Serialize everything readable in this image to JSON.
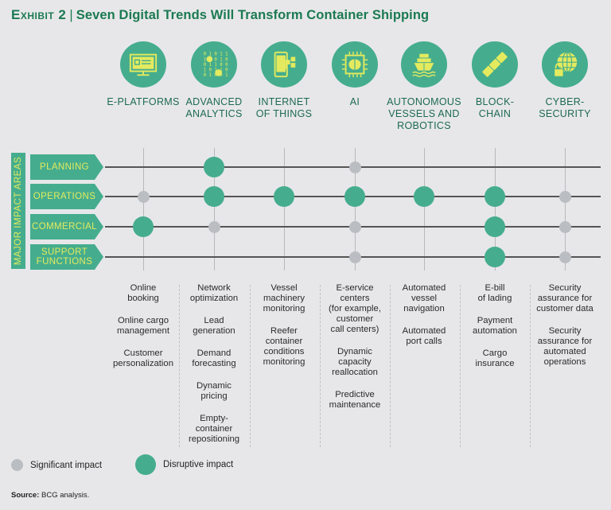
{
  "title": {
    "exhibit": "Exhibit 2",
    "separator": "|",
    "text": "Seven Digital Trends Will Transform Container Shipping"
  },
  "colors": {
    "brand_green": "#1b7a52",
    "disruptive": "#45ad8d",
    "significant": "#babdc2",
    "icon_yellow": "#e4ea5e"
  },
  "axis_label": "MAJOR IMPACT AREAS",
  "impact_areas": [
    "PLANNING",
    "OPERATIONS",
    "COMMERCIAL",
    "SUPPORT\nFUNCTIONS"
  ],
  "trends": [
    {
      "label": "E-PLATFORMS",
      "icon": "monitor-checklist-icon",
      "impacts": {
        "PLANNING": null,
        "OPERATIONS": "significant",
        "COMMERCIAL": "disruptive",
        "SUPPORT FUNCTIONS": null
      },
      "examples": [
        "Online\nbooking",
        "Online cargo\nmanagement",
        "Customer\npersonalization"
      ]
    },
    {
      "label": "ADVANCED\nANALYTICS",
      "icon": "binary-gears-icon",
      "impacts": {
        "PLANNING": "disruptive",
        "OPERATIONS": "disruptive",
        "COMMERCIAL": "significant",
        "SUPPORT FUNCTIONS": null
      },
      "examples": [
        "Network\noptimization",
        "Lead\ngeneration",
        "Demand\nforecasting",
        "Dynamic\npricing",
        "Empty-\ncontainer\nrepositioning"
      ]
    },
    {
      "label": "INTERNET\nOF THINGS",
      "icon": "phone-connected-icon",
      "impacts": {
        "PLANNING": null,
        "OPERATIONS": "disruptive",
        "COMMERCIAL": null,
        "SUPPORT FUNCTIONS": null
      },
      "examples": [
        "Vessel\nmachinery\nmonitoring",
        "Reefer\ncontainer\nconditions\nmonitoring"
      ]
    },
    {
      "label": "AI",
      "icon": "brain-chip-icon",
      "impacts": {
        "PLANNING": "significant",
        "OPERATIONS": "disruptive",
        "COMMERCIAL": "significant",
        "SUPPORT FUNCTIONS": "significant"
      },
      "examples": [
        "E-service\ncenters\n(for example,\ncustomer\ncall centers)",
        "Dynamic\ncapacity\nreallocation",
        "Predictive\nmaintenance"
      ]
    },
    {
      "label": "AUTONOMOUS\nVESSELS AND\nROBOTICS",
      "icon": "ship-icon",
      "impacts": {
        "PLANNING": null,
        "OPERATIONS": "disruptive",
        "COMMERCIAL": null,
        "SUPPORT FUNCTIONS": null
      },
      "examples": [
        "Automated\nvessel\nnavigation",
        "Automated\nport calls"
      ]
    },
    {
      "label": "BLOCK-\nCHAIN",
      "icon": "chain-link-icon",
      "impacts": {
        "PLANNING": null,
        "OPERATIONS": "disruptive",
        "COMMERCIAL": "disruptive",
        "SUPPORT FUNCTIONS": "disruptive"
      },
      "examples": [
        "E-bill\nof lading",
        "Payment\nautomation",
        "Cargo\ninsurance"
      ]
    },
    {
      "label": "CYBER-\nSECURITY",
      "icon": "globe-lock-icon",
      "impacts": {
        "PLANNING": null,
        "OPERATIONS": "significant",
        "COMMERCIAL": "significant",
        "SUPPORT FUNCTIONS": "significant"
      },
      "examples": [
        "Security\nassurance for\ncustomer data",
        "Security\nassurance for\nautomated\noperations"
      ]
    }
  ],
  "legend": {
    "significant": "Significant impact",
    "disruptive": "Disruptive impact"
  },
  "source": {
    "label": "Source:",
    "text": "BCG analysis."
  }
}
